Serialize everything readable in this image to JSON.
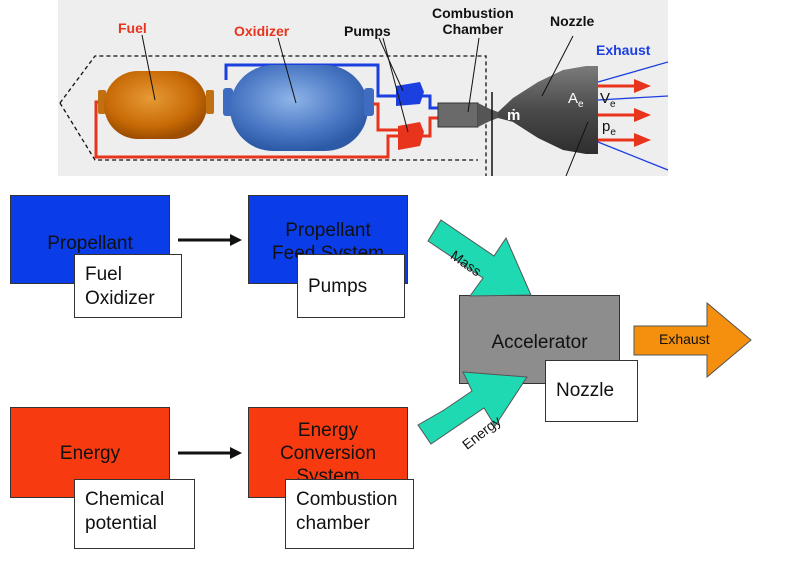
{
  "schematic": {
    "fuel_label": "Fuel",
    "oxidizer_label": "Oxidizer",
    "pumps_label": "Pumps",
    "combustion_chamber_label": "Combustion\nChamber",
    "nozzle_label": "Nozzle",
    "exhaust_label": "Exhaust",
    "mdot_symbol": "ṁ",
    "ae_symbol": "A",
    "ae_sub": "e",
    "ve_symbol": "V",
    "ve_sub": "e",
    "pe_symbol": "p",
    "pe_sub": "e"
  },
  "blocks": {
    "propellant": {
      "label": "Propellant",
      "sub": [
        "Fuel",
        "Oxidizer"
      ]
    },
    "feed_system": {
      "label": "Propellant\nFeed System",
      "sub": [
        "Pumps"
      ]
    },
    "energy": {
      "label": "Energy",
      "sub": [
        "Chemical",
        "potential"
      ]
    },
    "conversion": {
      "label": "Energy\nConversion\nSystem",
      "sub": [
        "Combustion",
        "chamber"
      ]
    },
    "accelerator": {
      "label": "Accelerator",
      "sub": [
        "Nozzle"
      ]
    }
  },
  "arrows": {
    "mass_label": "Mass",
    "energy_label": "Energy",
    "exhaust_label": "Exhaust"
  },
  "colors": {
    "propellant_blue": "#0a3ce8",
    "energy_red": "#f83a10",
    "accelerator_gray": "#8d8d8d",
    "arrow_teal": "#1fd9b2",
    "exhaust_orange": "#f4900e"
  }
}
